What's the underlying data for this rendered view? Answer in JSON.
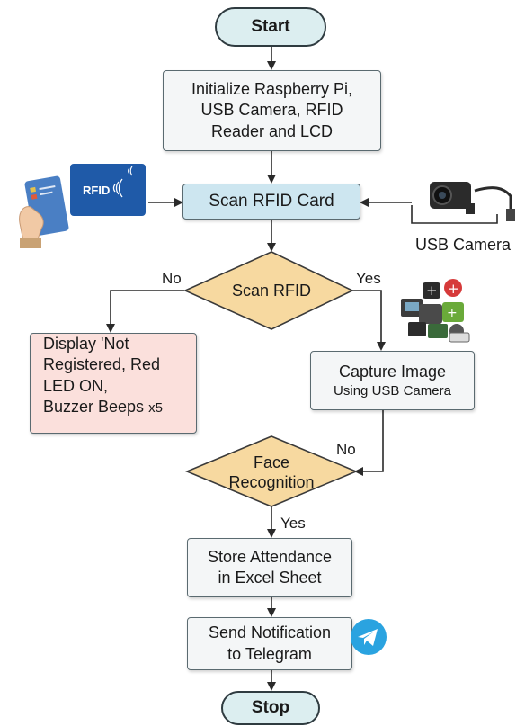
{
  "nodes": {
    "start": "Start",
    "init_lines": [
      "Initialize Raspberry Pi,",
      "USB Camera, RFID",
      "Reader and LCD"
    ],
    "scan_card": "Scan RFID Card",
    "decision_rfid": "Scan RFID",
    "not_registered_lines": [
      "Display 'Not",
      "Registered, Red",
      "LED ON,"
    ],
    "buzzer_text": "Buzzer Beeps",
    "buzzer_count": "x5",
    "capture_line1": "Capture Image",
    "capture_line2": "Using USB Camera",
    "face_lines": [
      "Face",
      "Recognition"
    ],
    "store_lines": [
      "Store Attendance",
      "in Excel Sheet"
    ],
    "notify_lines": [
      "Send Notification",
      "to Telegram"
    ],
    "stop": "Stop"
  },
  "edges": {
    "rfid_no": "No",
    "rfid_yes": "Yes",
    "face_no": "No",
    "face_yes": "Yes"
  },
  "illustrations": {
    "usb_camera_label": "USB Camera",
    "rfid_card_label": "RFID",
    "rfid_icon": "rfid-card-hand-icon",
    "camera_icon": "usb-camera-icon",
    "components_icon": "electronic-components-icon",
    "telegram_icon": "telegram-icon"
  },
  "colors": {
    "terminal_fill": "#dceef0",
    "scan_fill": "#cde6f0",
    "decision_fill": "#f7d9a0",
    "error_fill": "#fbe0dc",
    "process_fill": "#f4f6f7",
    "telegram_blue": "#2aa3e0"
  }
}
